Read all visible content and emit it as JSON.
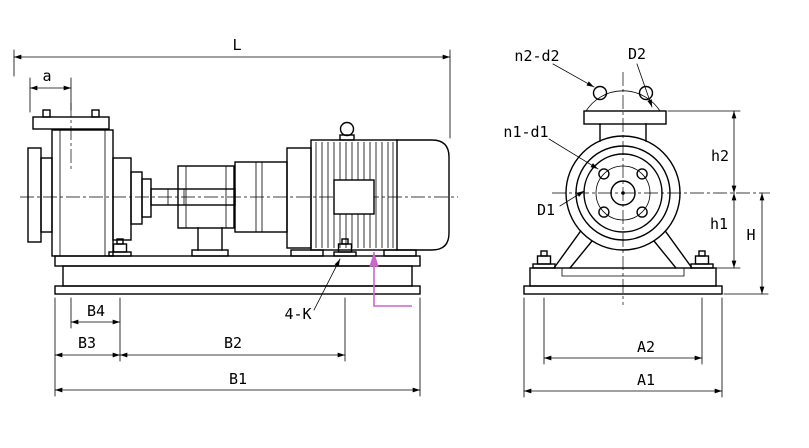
{
  "colors": {
    "line": "#000000",
    "background": "#ffffff",
    "highlight": "#cc66cc"
  },
  "side_view": {
    "labels": {
      "L": "L",
      "a": "a",
      "B1": "B1",
      "B2": "B2",
      "B3": "B3",
      "B4": "B4",
      "K": "4-K"
    }
  },
  "end_view": {
    "labels": {
      "n2d2": "n2-d2",
      "D2": "D2",
      "n1d1": "n1-d1",
      "D1": "D1",
      "h1": "h1",
      "h2": "h2",
      "H": "H",
      "A1": "A1",
      "A2": "A2"
    }
  }
}
